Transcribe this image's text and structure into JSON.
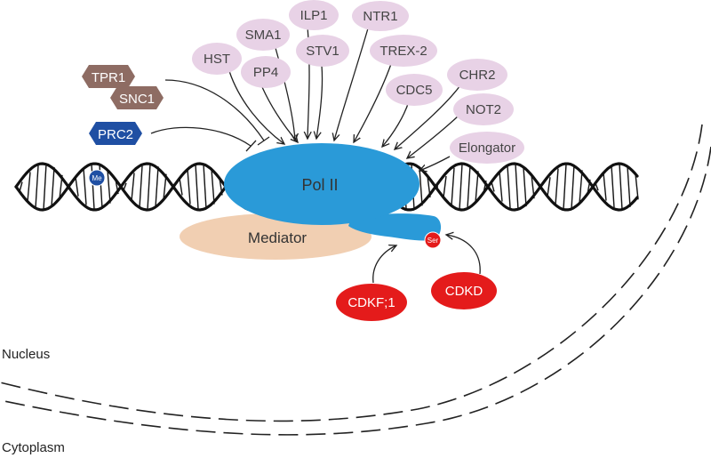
{
  "regulators": [
    {
      "id": "hst",
      "label": "HST"
    },
    {
      "id": "sma1",
      "label": "SMA1"
    },
    {
      "id": "ilp1",
      "label": "ILP1"
    },
    {
      "id": "pp4",
      "label": "PP4"
    },
    {
      "id": "stv1",
      "label": "STV1"
    },
    {
      "id": "ntr1",
      "label": "NTR1"
    },
    {
      "id": "trex2",
      "label": "TREX-2"
    },
    {
      "id": "cdc5",
      "label": "CDC5"
    },
    {
      "id": "chr2",
      "label": "CHR2"
    },
    {
      "id": "not2",
      "label": "NOT2"
    },
    {
      "id": "elongator",
      "label": "Elongator"
    }
  ],
  "repressors": [
    {
      "id": "tpr1",
      "label": "TPR1"
    },
    {
      "id": "snc1",
      "label": "SNC1"
    },
    {
      "id": "prc2",
      "label": "PRC2"
    }
  ],
  "kinases": [
    {
      "id": "cdkf1",
      "label": "CDKF;1"
    },
    {
      "id": "cdkd",
      "label": "CDKD"
    }
  ],
  "core": {
    "pol2": "Pol II",
    "mediator": "Mediator",
    "me_mark": "Me",
    "ser_mark": "Ser"
  },
  "compartments": {
    "nucleus": "Nucleus",
    "cytoplasm": "Cytoplasm"
  },
  "colors": {
    "pol2": "#2a9ad8",
    "mediator": "#f1cfb2",
    "regulator": "#e8d2e6",
    "tpr_snc": "#8e6c63",
    "prc2": "#1f4fa3",
    "kinase": "#e41b1b",
    "dna": "#111111"
  }
}
